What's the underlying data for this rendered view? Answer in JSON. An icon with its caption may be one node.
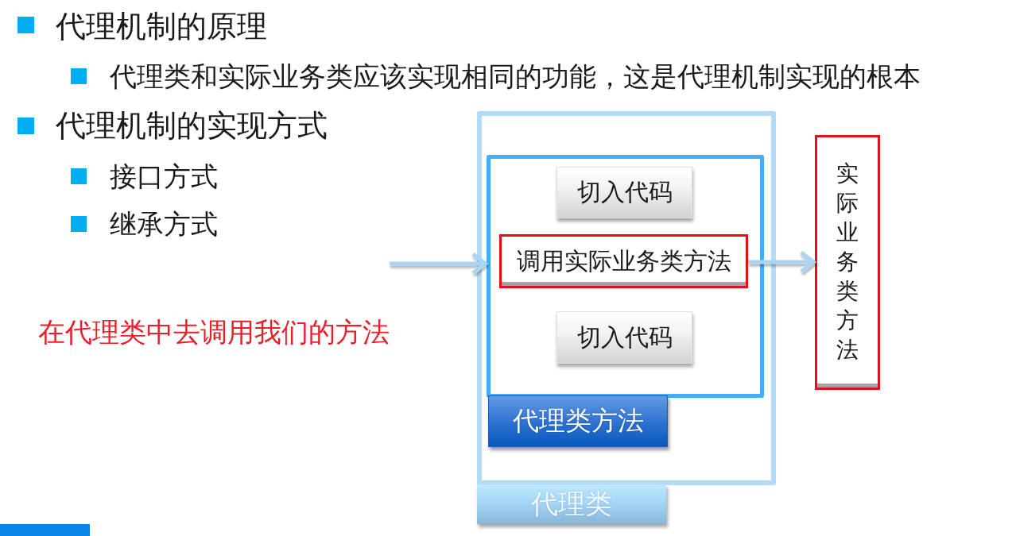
{
  "diagram": {
    "nodes": [
      {
        "text": [
          "代理类"
        ]
      },
      {
        "text": [
          "代理类方法"
        ],
        "in": 0
      },
      {
        "text": [
          "切入代码"
        ],
        "in": 1
      },
      {
        "text": [
          "调用实际业务类方法"
        ],
        "in": 1
      },
      {
        "text": [
          "切入代码"
        ],
        "in": 1
      },
      {
        "text": [
          "实际业务类方法"
        ]
      }
    ],
    "edges": [
      {
        "from": null,
        "to": 1,
        "arrow": "to"
      },
      {
        "from": 3,
        "to": 5,
        "arrow": "to"
      }
    ],
    "labels": [
      "代理机制的原理",
      "代理类和实际业务类应该实现相同的功能，这是代理机制实现的根本",
      "代理机制的实现方式",
      "接口方式",
      "继承方式",
      "在代理类中去调用我们的方法"
    ]
  }
}
